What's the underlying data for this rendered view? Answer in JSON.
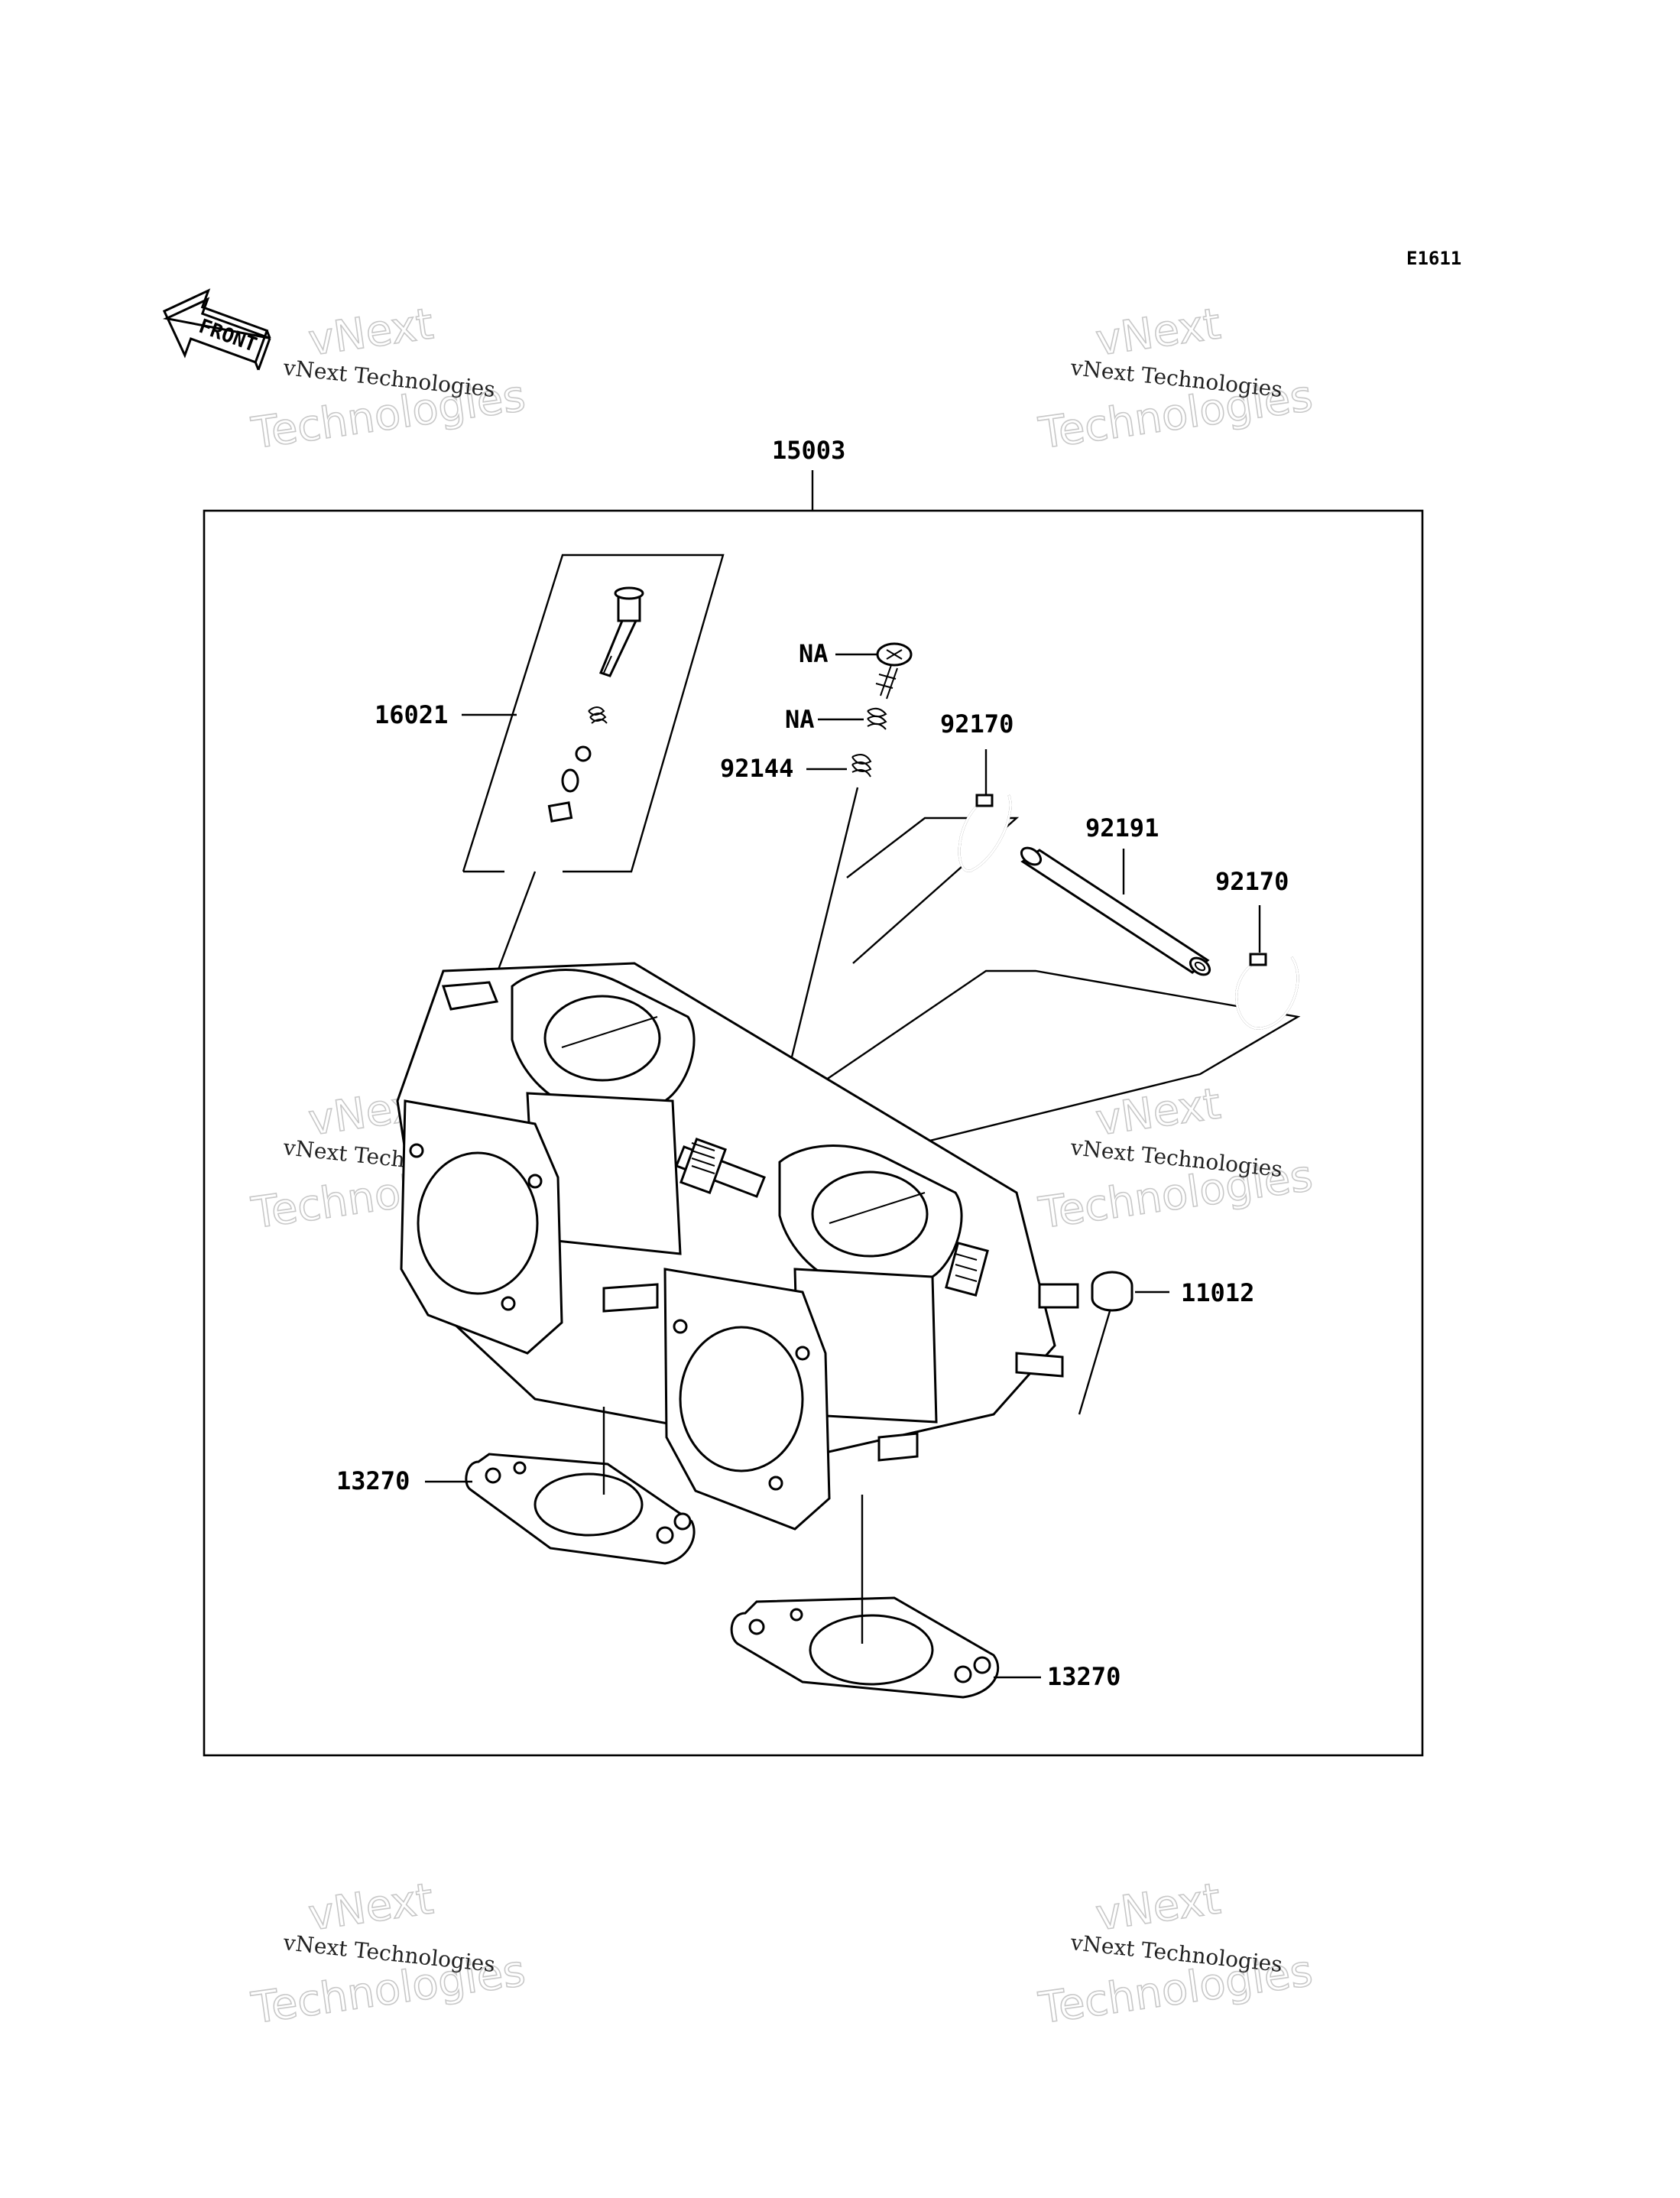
{
  "diagram": {
    "code": "E1611",
    "front_label": "FRONT",
    "assembly_part": "15003",
    "parts": {
      "p16021": "16021",
      "na_screw": "NA",
      "na_spring": "NA",
      "p92144": "92144",
      "p92170_a": "92170",
      "p92191": "92191",
      "p92170_b": "92170",
      "p11012": "11012",
      "p13270_a": "13270",
      "p13270_b": "13270"
    }
  },
  "watermarks": [
    {
      "top": "vNext Technologies",
      "big_a": "vNext",
      "big_b": "Technologies"
    },
    {
      "top": "vNext Technologies",
      "big_a": "vNext",
      "big_b": "Technologies"
    },
    {
      "top": "vNext Technologies",
      "big_a": "vNext",
      "big_b": "Technologies"
    },
    {
      "top": "vNext Technologies",
      "big_a": "vNext",
      "big_b": "Technologies"
    },
    {
      "top": "vNext Technologies",
      "big_a": "vNext",
      "big_b": "Technologies"
    },
    {
      "top": "vNext Technologies",
      "big_a": "vNext",
      "big_b": "Technologies"
    }
  ]
}
